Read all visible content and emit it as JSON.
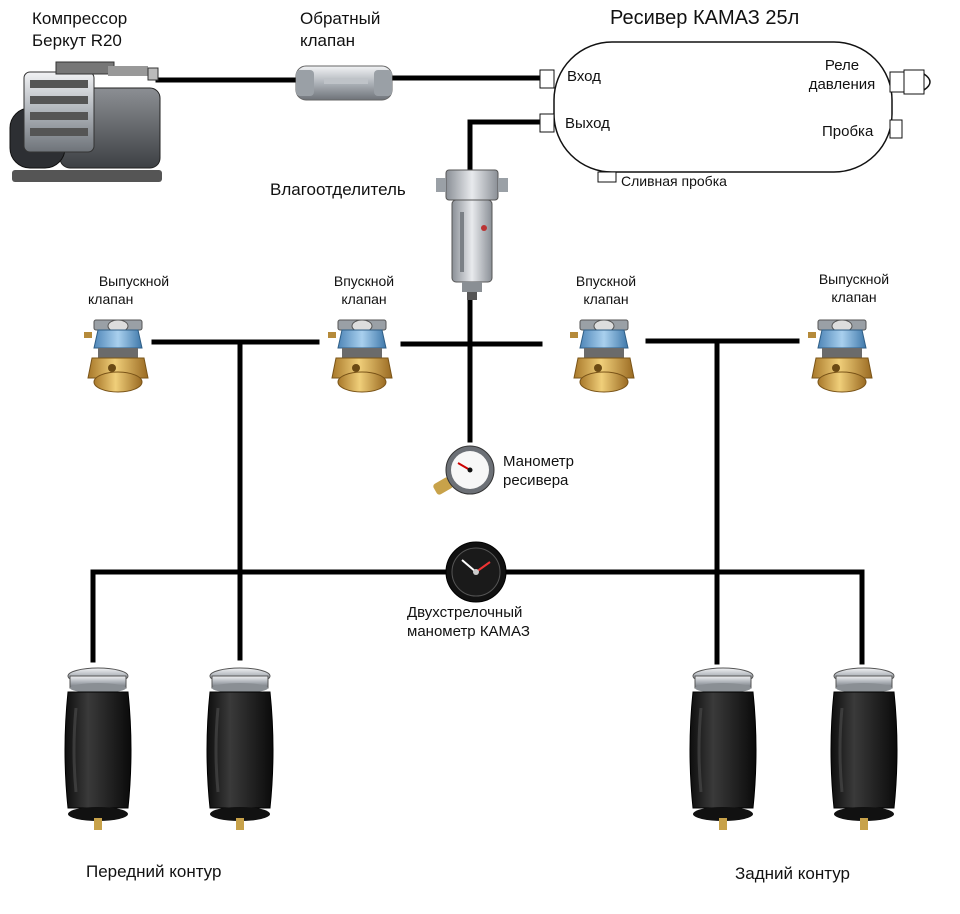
{
  "compressor": {
    "line1": "Компрессор",
    "line2": "Беркут R20"
  },
  "check_valve": {
    "line1": "Обратный",
    "line2": "клапан"
  },
  "receiver": {
    "title": "Ресивер КАМАЗ 25л",
    "inlet": "Вход",
    "outlet": "Выход",
    "relay_line1": "Реле",
    "relay_line2": "давления",
    "plug": "Пробка",
    "drain": "Сливная пробка"
  },
  "separator": "Влагоотделитель",
  "valves": [
    {
      "line1": "Выпускной",
      "line2": "клапан"
    },
    {
      "line1": "Впускной",
      "line2": "клапан"
    },
    {
      "line1": "Впускной",
      "line2": "клапан"
    },
    {
      "line1": "Выпускной",
      "line2": "клапан"
    }
  ],
  "receiver_gauge": {
    "line1": "Манометр",
    "line2": "ресивера"
  },
  "dual_gauge": {
    "line1": "Двухстрелочный",
    "line2": "манометр КАМАЗ"
  },
  "front_circuit": "Передний контур",
  "rear_circuit": "Задний контур",
  "colors": {
    "pipe": "#000000",
    "brass": "#d4a24a",
    "solenoid": "#7eb0d8",
    "airbag": "#1c1c1c",
    "steel": "#b8bcc2"
  }
}
